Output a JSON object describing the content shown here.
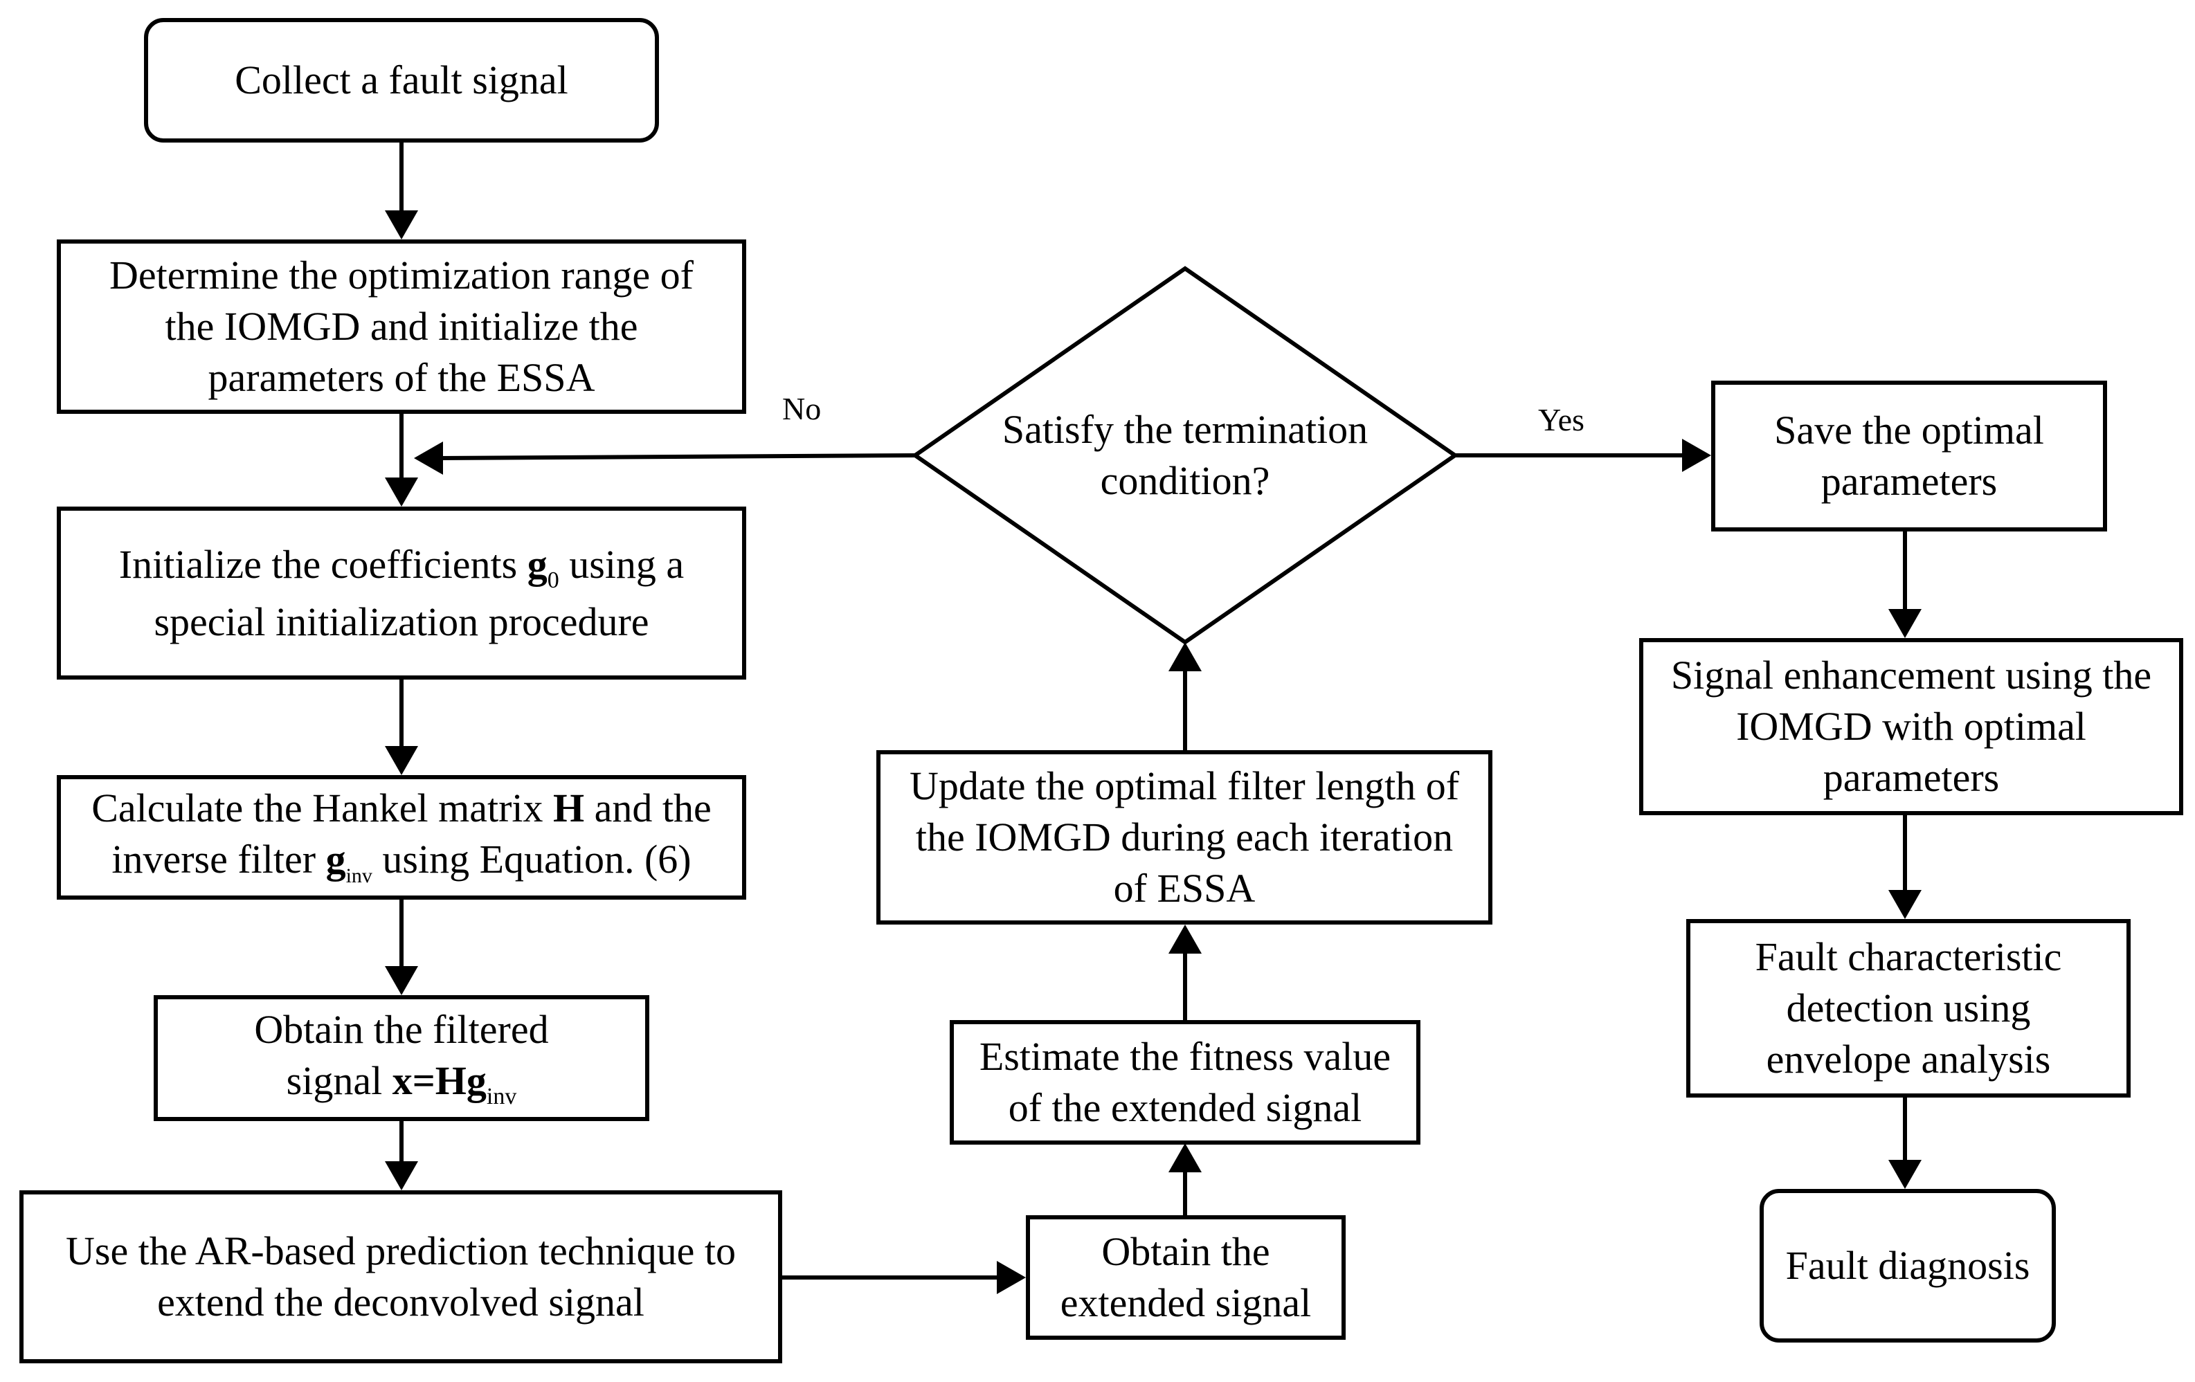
{
  "nodes": {
    "collect": {
      "lines": [
        "Collect a fault signal"
      ]
    },
    "determine": {
      "lines": [
        "Determine the optimization range of",
        "the IOMGD and initialize the",
        "parameters of the ESSA"
      ]
    },
    "initialize": {
      "pre": "Initialize the coefficients ",
      "var": "g",
      "sub": "0",
      "post": " using a",
      "line2": "special initialization procedure"
    },
    "hankel": {
      "pre": "Calculate the Hankel matrix ",
      "var": "H",
      "post": " and the",
      "line2_pre": "inverse filter ",
      "line2_var": "g",
      "line2_sub": "inv",
      "line2_post": " using Equation. (6)"
    },
    "filtered": {
      "line1": "Obtain the filtered",
      "pre": "signal ",
      "expr": "x=Hg",
      "sub": "inv"
    },
    "ar": {
      "lines": [
        "Use the AR-based prediction technique to",
        "extend the deconvolved signal"
      ]
    },
    "extended": {
      "lines": [
        "Obtain the",
        "extended signal"
      ]
    },
    "fitness": {
      "lines": [
        "Estimate the fitness value",
        "of the extended signal"
      ]
    },
    "update": {
      "lines": [
        "Update the optimal filter length of",
        "the IOMGD during each iteration",
        "of ESSA"
      ]
    },
    "decision": {
      "lines": [
        "Satisfy the termination",
        "condition?"
      ]
    },
    "save": {
      "lines": [
        "Save the optimal",
        "parameters"
      ]
    },
    "enhance": {
      "lines": [
        "Signal enhancement using the",
        "IOMGD with optimal",
        "parameters"
      ]
    },
    "detect": {
      "lines": [
        "Fault characteristic",
        "detection using",
        "envelope analysis"
      ]
    },
    "diagnosis": {
      "lines": [
        "Fault diagnosis"
      ]
    }
  },
  "edge_labels": {
    "no": "No",
    "yes": "Yes"
  }
}
